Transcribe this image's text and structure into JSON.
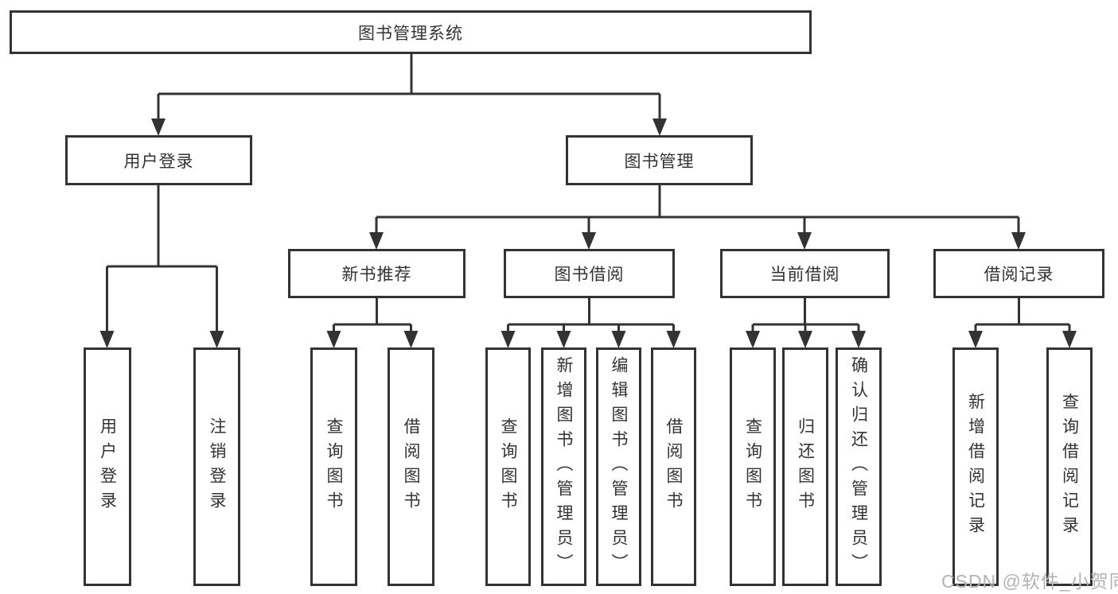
{
  "diagram": {
    "root": {
      "label": "图书管理系统"
    },
    "branches": [
      {
        "label": "用户登录",
        "children": [
          {
            "label": "用户登录"
          },
          {
            "label": "注销登录"
          }
        ]
      },
      {
        "label": "图书管理",
        "children": [
          {
            "label": "新书推荐",
            "children": [
              {
                "label": "查询图书"
              },
              {
                "label": "借阅图书"
              }
            ]
          },
          {
            "label": "图书借阅",
            "children": [
              {
                "label": "查询图书"
              },
              {
                "label": "新增图书（管理员）"
              },
              {
                "label": "编辑图书（管理员）"
              },
              {
                "label": "借阅图书"
              }
            ]
          },
          {
            "label": "当前借阅",
            "children": [
              {
                "label": "查询图书"
              },
              {
                "label": "归还图书"
              },
              {
                "label": "确认归还（管理员）"
              }
            ]
          },
          {
            "label": "借阅记录",
            "children": [
              {
                "label": "新增借阅记录"
              },
              {
                "label": "查询借阅记录"
              }
            ]
          }
        ]
      }
    ]
  },
  "watermark": {
    "text": "CSDN @软件_小贺同学"
  },
  "colors": {
    "line": "#333333",
    "text": "#333333",
    "watermark": "#b3b3b3",
    "background": "#ffffff"
  }
}
